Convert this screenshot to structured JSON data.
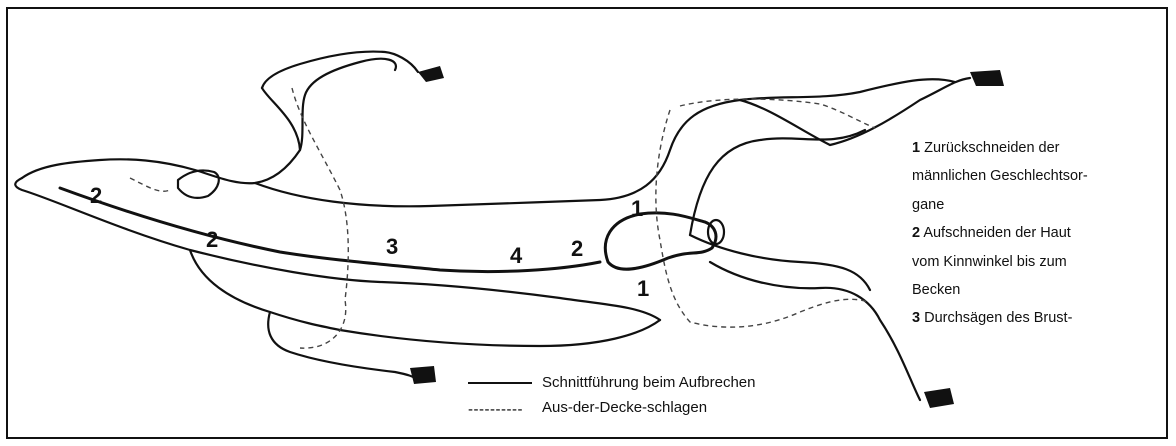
{
  "figure": {
    "numbers": {
      "head": "2",
      "neck": "2",
      "chest": "3",
      "belly": "4",
      "pelvis_front": "2",
      "pelvis_top": "1",
      "pelvis_bottom": "1"
    },
    "legend_items": [
      {
        "num": "1",
        "text": "Zurückschneiden der"
      },
      {
        "num": "",
        "text": "männlichen Geschlechtsor-"
      },
      {
        "num": "",
        "text": "gane"
      },
      {
        "num": "2",
        "text": "Aufschneiden der Haut"
      },
      {
        "num": "",
        "text": "vom Kinnwinkel bis zum"
      },
      {
        "num": "",
        "text": "Becken"
      },
      {
        "num": "3",
        "text": "Durchsägen des Brust-"
      }
    ],
    "key": {
      "solid_symbol": "",
      "solid_label": "Schnittführung beim Aufbrechen",
      "dashed_symbol": "----------",
      "dashed_label": "Aus-der-Decke-schlagen"
    }
  }
}
